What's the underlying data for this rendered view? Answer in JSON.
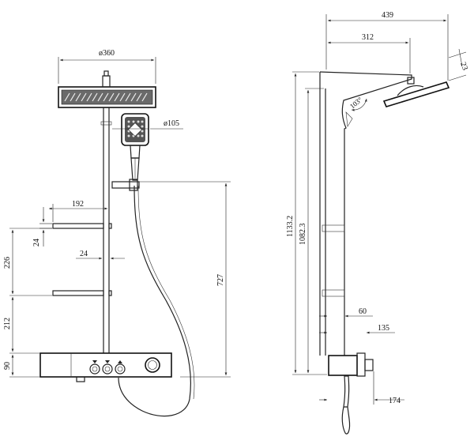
{
  "front_view": {
    "dim_head_width": "ø360",
    "dim_handshower": "ø105",
    "dim_shelf_length": "192",
    "dim_shelf_thickness": "24",
    "dim_pipe_width": "24",
    "dim_shelf_gap": "226",
    "dim_shelf_to_box": "212",
    "dim_box_height": "90",
    "dim_hose_height": "727"
  },
  "side_view": {
    "dim_overall_depth": "439",
    "dim_arm_reach": "312",
    "dim_head_thickness": "23",
    "dim_head_angle": "103°",
    "dim_total_height": "1133.2",
    "dim_column_height": "1082.3",
    "dim_box_depth": "60",
    "dim_knob_depth": "135",
    "dim_hand_depth": "174"
  }
}
